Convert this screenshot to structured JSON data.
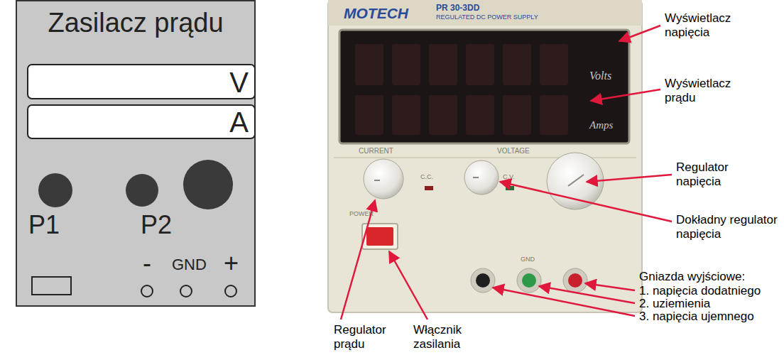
{
  "diagram": {
    "nodes": [
      {
        "text": [
          "Zasilacz prądu"
        ]
      },
      {
        "text": [
          "V"
        ],
        "in": 0
      },
      {
        "text": [
          "A"
        ],
        "in": 0
      }
    ],
    "labels": [
      "P1",
      "P2",
      "-",
      "GND",
      "+",
      "MOTECH",
      "PR 30-3DD",
      "REGULATED DC POWER SUPPLY",
      "Volts",
      "Amps",
      "CURRENT",
      "VOLTAGE",
      "C.C.",
      "C.V.",
      "POWER",
      "GND",
      "Wyświetlacz napięcia",
      "Wyświetlacz prądu",
      "Regulator napięcia",
      "Dokładny regulator napięcia",
      "Gniazda wyjściowe:",
      "1. napięcia dodatniego",
      "2. uziemienia",
      "3. napięcia ujemnego",
      "Regulator prądu",
      "Włącznik zasilania"
    ]
  }
}
